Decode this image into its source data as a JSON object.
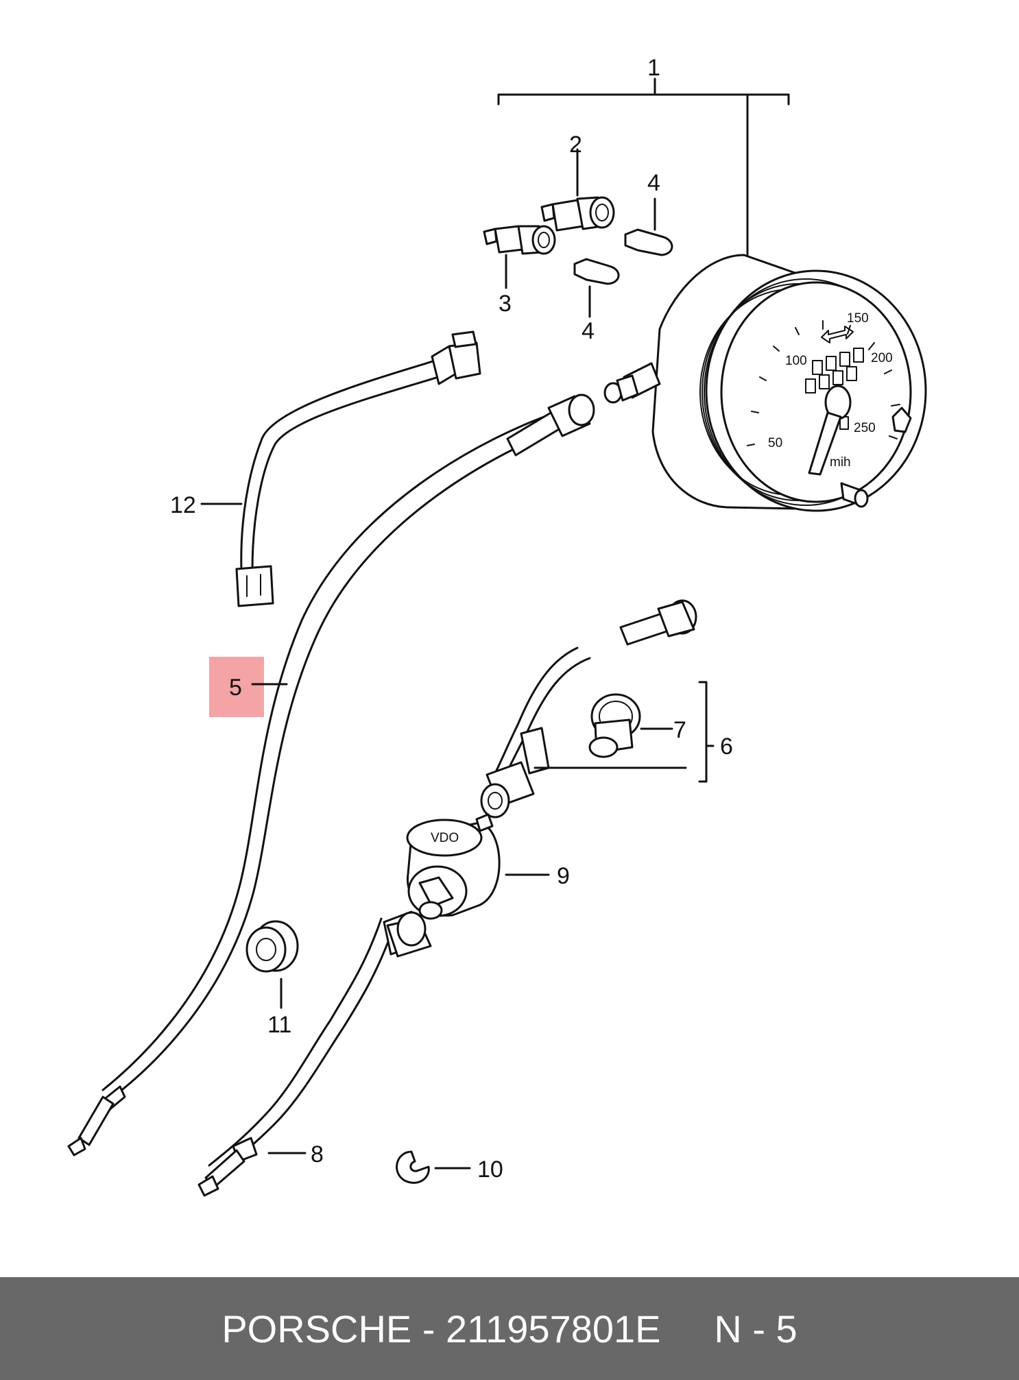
{
  "diagram": {
    "callouts": [
      {
        "id": "1",
        "label": "1"
      },
      {
        "id": "2",
        "label": "2"
      },
      {
        "id": "3",
        "label": "3"
      },
      {
        "id": "4a",
        "label": "4"
      },
      {
        "id": "4b",
        "label": "4"
      },
      {
        "id": "5",
        "label": "5",
        "highlighted": true
      },
      {
        "id": "6",
        "label": "6"
      },
      {
        "id": "7",
        "label": "7"
      },
      {
        "id": "8",
        "label": "8"
      },
      {
        "id": "9",
        "label": "9"
      },
      {
        "id": "10",
        "label": "10"
      },
      {
        "id": "11",
        "label": "11"
      },
      {
        "id": "12",
        "label": "12"
      }
    ],
    "highlight_color": "#f4a4a4",
    "speedometer": {
      "scale": [
        "50",
        "100",
        "150",
        "200",
        "250"
      ],
      "unit": "mih",
      "unit_color": "#111111",
      "housing_label": "VDO"
    }
  },
  "footer": {
    "text": "PORSCHE - 211957801E     N - 5",
    "background": "#686868",
    "color": "#ffffff"
  }
}
